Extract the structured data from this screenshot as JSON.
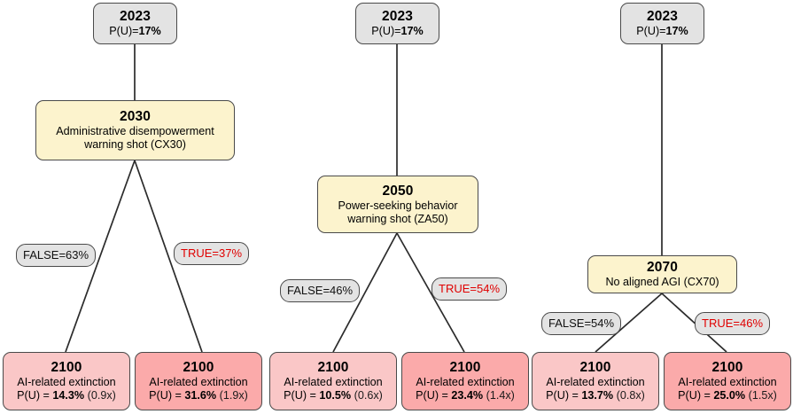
{
  "diagram": {
    "type": "decision-tree-set",
    "title": "",
    "colors": {
      "root_fill": "#e3e3e3",
      "branch_fill": "#fcf3cd",
      "leaf_low_fill": "#fac7c7",
      "leaf_high_fill": "#fbaaaa",
      "label_fill": "#e3e3e3",
      "true_text": "#e00000",
      "stroke": "#4a4a4a"
    },
    "trees": [
      {
        "id": "tree-cx30",
        "root": {
          "year": "2023",
          "detail": "P(U)=17%",
          "detail_prefix": "P(U)=",
          "detail_value": "17%"
        },
        "branch": {
          "year": "2030",
          "line1": "Administrative disempowerment",
          "line2": "warning shot (CX30)"
        },
        "edges": [
          {
            "key": "false",
            "label": "FALSE=63%"
          },
          {
            "key": "true",
            "label": "TRUE=37%"
          }
        ],
        "leaves": [
          {
            "year": "2100",
            "name": "AI-related extinction",
            "pu_prefix": "P(U) = ",
            "pu_value": "14.3%",
            "multiplier": "(0.9x)",
            "shade": "low"
          },
          {
            "year": "2100",
            "name": "AI-related extinction",
            "pu_prefix": "P(U) = ",
            "pu_value": "31.6%",
            "multiplier": "(1.9x)",
            "shade": "high"
          }
        ]
      },
      {
        "id": "tree-za50",
        "root": {
          "year": "2023",
          "detail": "P(U)=17%",
          "detail_prefix": "P(U)=",
          "detail_value": "17%"
        },
        "branch": {
          "year": "2050",
          "line1": "Power-seeking behavior",
          "line2": "warning shot (ZA50)"
        },
        "edges": [
          {
            "key": "false",
            "label": "FALSE=46%"
          },
          {
            "key": "true",
            "label": "TRUE=54%"
          }
        ],
        "leaves": [
          {
            "year": "2100",
            "name": "AI-related extinction",
            "pu_prefix": "P(U) = ",
            "pu_value": "10.5%",
            "multiplier": "(0.6x)",
            "shade": "low"
          },
          {
            "year": "2100",
            "name": "AI-related extinction",
            "pu_prefix": "P(U) = ",
            "pu_value": "23.4%",
            "multiplier": "(1.4x)",
            "shade": "high"
          }
        ]
      },
      {
        "id": "tree-cx70",
        "root": {
          "year": "2023",
          "detail": "P(U)=17%",
          "detail_prefix": "P(U)=",
          "detail_value": "17%"
        },
        "branch": {
          "year": "2070",
          "line1": "No aligned AGI (CX70)",
          "line2": ""
        },
        "edges": [
          {
            "key": "false",
            "label": "FALSE=54%"
          },
          {
            "key": "true",
            "label": "TRUE=46%"
          }
        ],
        "leaves": [
          {
            "year": "2100",
            "name": "AI-related extinction",
            "pu_prefix": "P(U) = ",
            "pu_value": "13.7%",
            "multiplier": "(0.8x)",
            "shade": "low"
          },
          {
            "year": "2100",
            "name": "AI-related extinction",
            "pu_prefix": "P(U) = ",
            "pu_value": "25.0%",
            "multiplier": "(1.5x)",
            "shade": "high"
          }
        ]
      }
    ]
  }
}
